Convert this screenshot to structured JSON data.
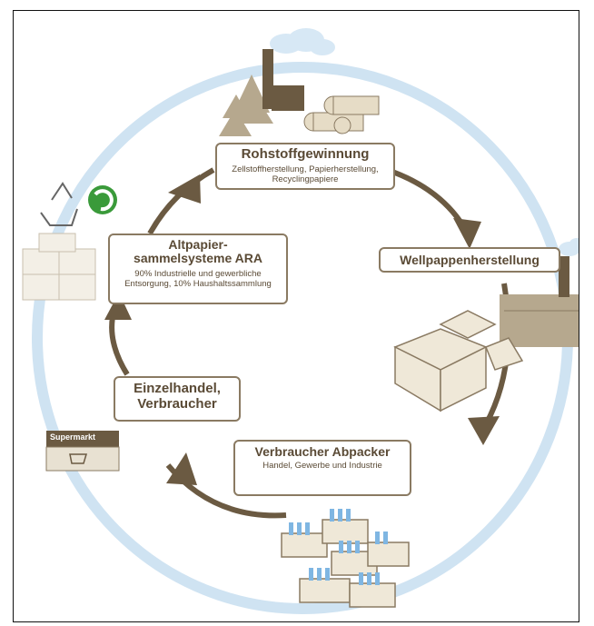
{
  "stages": {
    "raw": {
      "title": "Rohstoffgewinnung",
      "subtitle": "Zellstoffherstellung, Papierherstellung, Recyclingpapiere"
    },
    "corrugated": {
      "title": "Wellpappenherstellung"
    },
    "consumer": {
      "title": "Verbraucher Abpacker",
      "subtitle": "Handel, Gewerbe und Industrie"
    },
    "retail": {
      "title": "Einzelhandel, Verbraucher"
    },
    "collection": {
      "title": "Altpapier- sammelsysteme ARA",
      "subtitle": "90% Industrielle und gewerbliche Entsorgung, 10% Haushaltssammlung"
    }
  },
  "supermarket_sign": "Supermarkt",
  "colors": {
    "ring": "#cfe3f2",
    "arrow": "#6b5a42",
    "brand_brown": "#8a7a62",
    "bottle_blue": "#7fb6e2",
    "green": "#3a9a3a"
  }
}
